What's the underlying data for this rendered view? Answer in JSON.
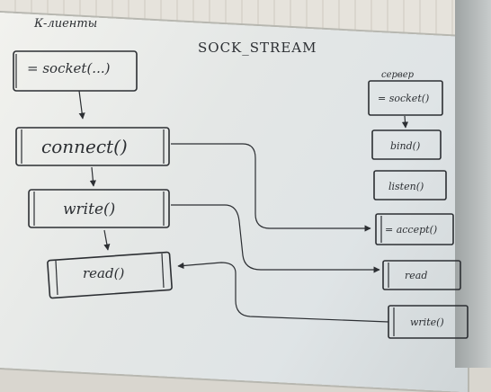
{
  "client": {
    "heading": "К-лиенты",
    "socket": "= socket(...)",
    "connect": "connect()",
    "write": "write()",
    "read": "read()"
  },
  "middle_label": "SOCK_STREAM",
  "server": {
    "heading": "сервер",
    "socket": "= socket()",
    "bind": "bind()",
    "listen": "listen()",
    "accept": "= accept()",
    "read": "read",
    "write": "write()"
  }
}
